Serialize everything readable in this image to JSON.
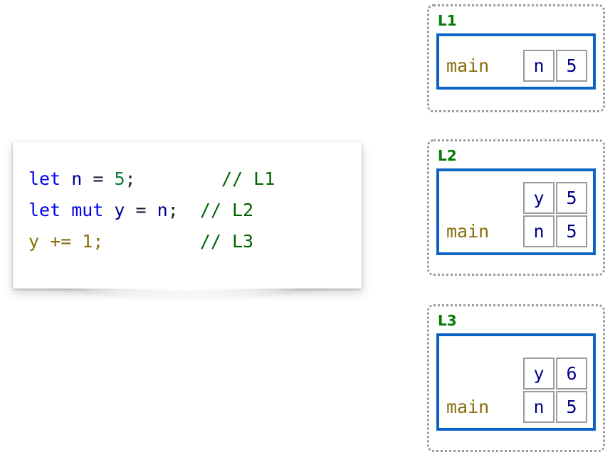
{
  "code_card": {
    "language": "rust",
    "lines": [
      {
        "tokens": [
          {
            "t": "let",
            "c": "kw"
          },
          {
            "t": " ",
            "c": "op"
          },
          {
            "t": "n",
            "c": "id"
          },
          {
            "t": " ",
            "c": "op"
          },
          {
            "t": "=",
            "c": "op"
          },
          {
            "t": " ",
            "c": "op"
          },
          {
            "t": "5",
            "c": "num"
          },
          {
            "t": ";",
            "c": "punc"
          },
          {
            "t": "        ",
            "c": "op"
          },
          {
            "t": "// L1",
            "c": "cmt"
          }
        ],
        "plain": "let n = 5;        // L1"
      },
      {
        "tokens": [
          {
            "t": "let mut",
            "c": "kw"
          },
          {
            "t": " ",
            "c": "op"
          },
          {
            "t": "y",
            "c": "id"
          },
          {
            "t": " ",
            "c": "op"
          },
          {
            "t": "=",
            "c": "op"
          },
          {
            "t": " ",
            "c": "op"
          },
          {
            "t": "n",
            "c": "id"
          },
          {
            "t": ";",
            "c": "punc"
          },
          {
            "t": "  ",
            "c": "op"
          },
          {
            "t": "// L2",
            "c": "cmt"
          }
        ],
        "plain": "let mut y = n;  // L2"
      },
      {
        "tokens": [
          {
            "t": "y += 1;",
            "c": "mut"
          },
          {
            "t": "         ",
            "c": "op"
          },
          {
            "t": "// L3",
            "c": "cmt"
          }
        ],
        "plain": "y += 1;         // L3"
      }
    ]
  },
  "frames": [
    {
      "label": "L1",
      "function_name": "main",
      "variables": [
        {
          "name": "n",
          "value": "5"
        }
      ]
    },
    {
      "label": "L2",
      "function_name": "main",
      "variables": [
        {
          "name": "y",
          "value": "5"
        },
        {
          "name": "n",
          "value": "5"
        }
      ]
    },
    {
      "label": "L3",
      "function_name": "main",
      "variables": [
        {
          "name": "y",
          "value": "6"
        },
        {
          "name": "n",
          "value": "5"
        }
      ]
    }
  ],
  "colors": {
    "keyword": "#0000ee",
    "identifier": "#00008b",
    "number": "#0b7a3b",
    "comment": "#006400",
    "mutable": "#8a6d0b",
    "frame_label": "#047a04",
    "frame_border": "#0b63c5",
    "cell_border": "#9a9a9a",
    "outer_dotted": "#9a9a9a"
  }
}
